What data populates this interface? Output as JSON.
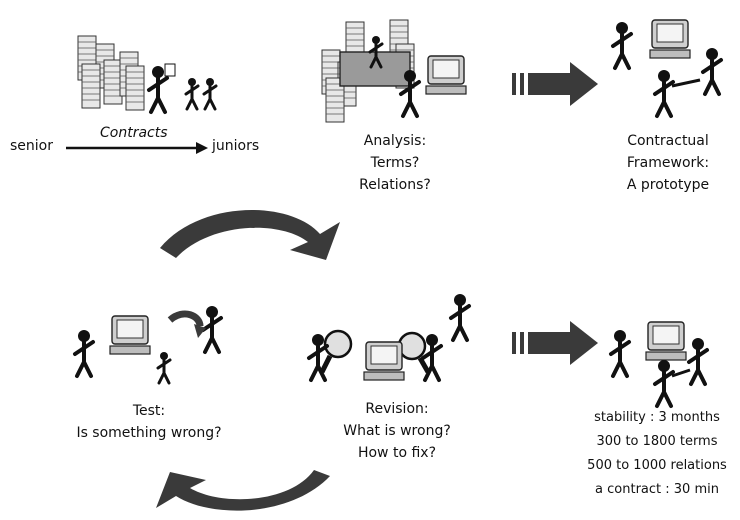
{
  "flow": {
    "sender": "senior",
    "channel": "Contracts",
    "receiver": "juniors"
  },
  "analysis": {
    "lines": [
      "Analysis:",
      "Terms?",
      "Relations?"
    ]
  },
  "framework": {
    "lines": [
      "Contractual",
      "Framework:",
      "A prototype"
    ]
  },
  "test": {
    "lines": [
      "Test:",
      "Is something wrong?"
    ]
  },
  "revision": {
    "lines": [
      "Revision:",
      "What is wrong?",
      "How to fix?"
    ]
  },
  "results": {
    "lines": [
      "stability : 3 months",
      "300 to 1800 terms",
      "500 to 1000 relations",
      "a contract : 30 min"
    ]
  },
  "icons": [
    "paper-stacks-icon",
    "person-with-document-icon",
    "computer-icon",
    "desk-icon",
    "block-arrow-icon",
    "curved-arrow-icon",
    "magnifier-icon",
    "handshake-people-icon"
  ],
  "colors": {
    "ink": "#111111",
    "arrow_fill": "#3a3a3a",
    "paper": "#e8e8e8"
  }
}
